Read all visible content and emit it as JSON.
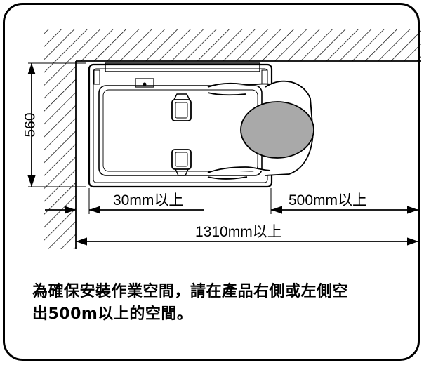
{
  "dimensions": {
    "depth": "560",
    "side_gap": "30mm以上",
    "front_space": "500mm以上",
    "total_width": "1310mm以上"
  },
  "caption": {
    "line1": "為確保安裝作業空間，請在產品右側或左側空",
    "line2": "出500m以上的空間。"
  }
}
